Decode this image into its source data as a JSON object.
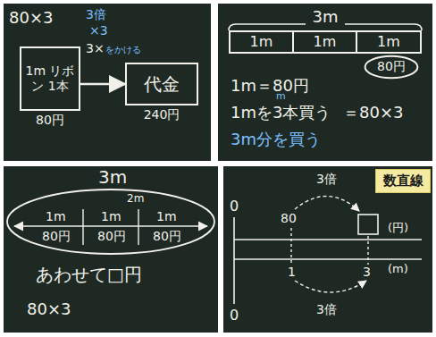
{
  "diagram": {
    "nodes": [
      {
        "text": [
          "1m リボン 1本",
          "80円"
        ]
      },
      {
        "text": [
          "代金",
          "240円"
        ]
      },
      {
        "text": [
          "3m"
        ]
      },
      {
        "text": [
          "1m"
        ],
        "in": 2
      },
      {
        "text": [
          "1m"
        ],
        "in": 2
      },
      {
        "text": [
          "1m"
        ],
        "in": 2
      },
      {
        "text": [
          "80円"
        ]
      },
      {
        "text": [
          "数直線"
        ]
      }
    ],
    "edges": [
      {
        "from": 0,
        "to": 1,
        "arrow": "to"
      }
    ],
    "labels": [
      "80×3",
      "3倍",
      "×3",
      "3×",
      "をかける",
      "1m＝80円",
      "1mを3本買う",
      "m",
      "＝80×3",
      "3m分を買う",
      "3m",
      "2m",
      "1m",
      "1m",
      "1m",
      "80円",
      "80円",
      "80円",
      "あわせて□円",
      "80×3",
      "0",
      "80",
      "(円)",
      "3倍",
      "0",
      "1",
      "3",
      "(m)",
      "3倍"
    ]
  }
}
